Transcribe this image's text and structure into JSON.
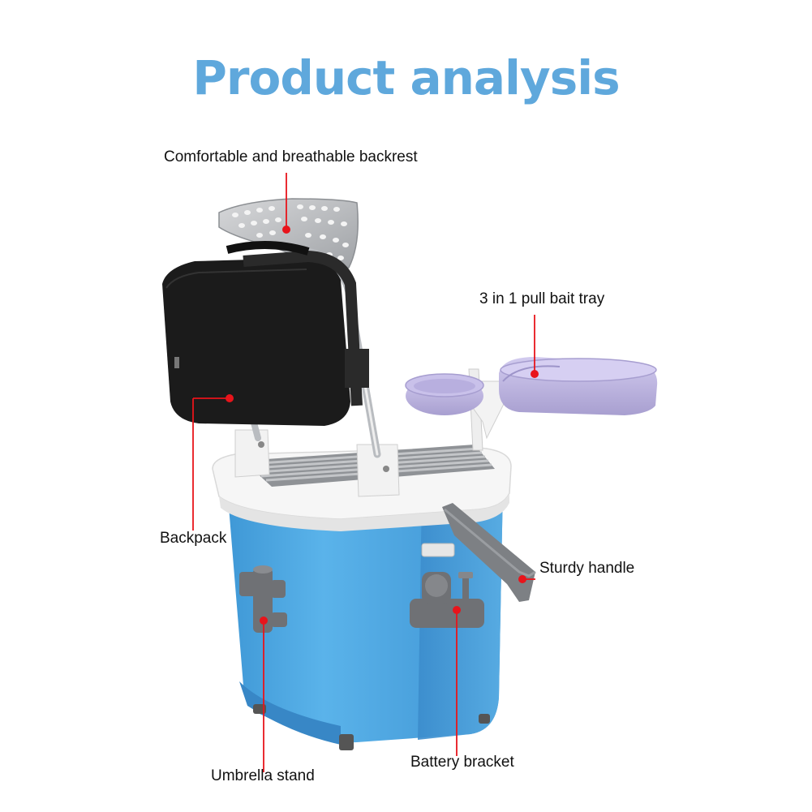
{
  "title": "Product analysis",
  "callouts": {
    "backrest": "Comfortable and breathable backrest",
    "bait_tray": "3 in 1 pull bait tray",
    "backpack": "Backpack",
    "handle": "Sturdy handle",
    "umbrella_stand": "Umbrella stand",
    "battery_bracket": "Battery bracket"
  },
  "colors": {
    "title": "#5fa8dc",
    "box_blue": "#4fa9e3",
    "lid_white": "#f7f7f7",
    "bag_black": "#1b1b1b",
    "tray_lavender": "#bcb3dd",
    "fitting_gray": "#6f7175",
    "marker_red": "#e8141b"
  }
}
